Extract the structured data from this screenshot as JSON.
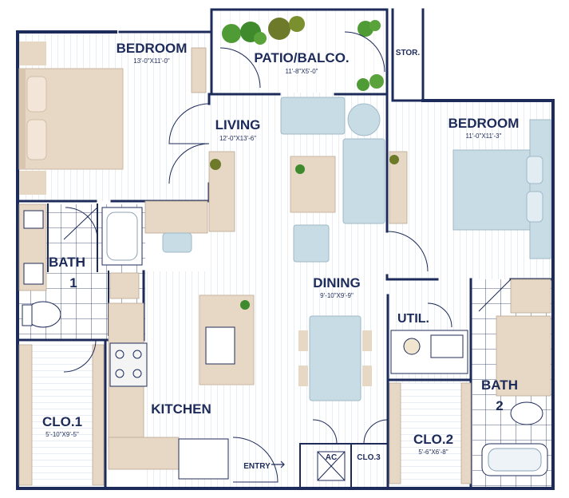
{
  "rooms": {
    "bedroom1": {
      "label": "BEDROOM",
      "dim": "13'-0\"X11'-0\""
    },
    "patio": {
      "label": "PATIO/BALCO.",
      "dim": "11'-8\"X5'-0\""
    },
    "storage": {
      "label": "STOR."
    },
    "living": {
      "label": "LIVING",
      "dim": "12'-0\"X13'-6\""
    },
    "bedroom2": {
      "label": "BEDROOM",
      "dim": "11'-0\"X11'-3\""
    },
    "bath1": {
      "label_line1": "BATH",
      "label_line2": "1"
    },
    "dining": {
      "label": "DINING",
      "dim": "9'-10\"X9'-9\""
    },
    "util": {
      "label": "UTIL."
    },
    "bath2": {
      "label_line1": "BATH",
      "label_line2": "2"
    },
    "clo1": {
      "label": "CLO.1",
      "dim": "5'-10\"X9'-5\""
    },
    "kitchen": {
      "label": "KITCHEN"
    },
    "clo2": {
      "label": "CLO.2",
      "dim": "5'-6\"X6'-8\""
    },
    "entry": {
      "label": "ENTRY"
    },
    "ac": {
      "label": "AC"
    },
    "clo3": {
      "label": "CLO.3"
    }
  },
  "colors": {
    "wall": "#1d2b5a",
    "floor_lines": "#c9d6ea",
    "wood": "#e7d8c6",
    "furniture": "#c8dce6",
    "tile": "#1d2b5a",
    "plant": "#3f8a2c"
  }
}
